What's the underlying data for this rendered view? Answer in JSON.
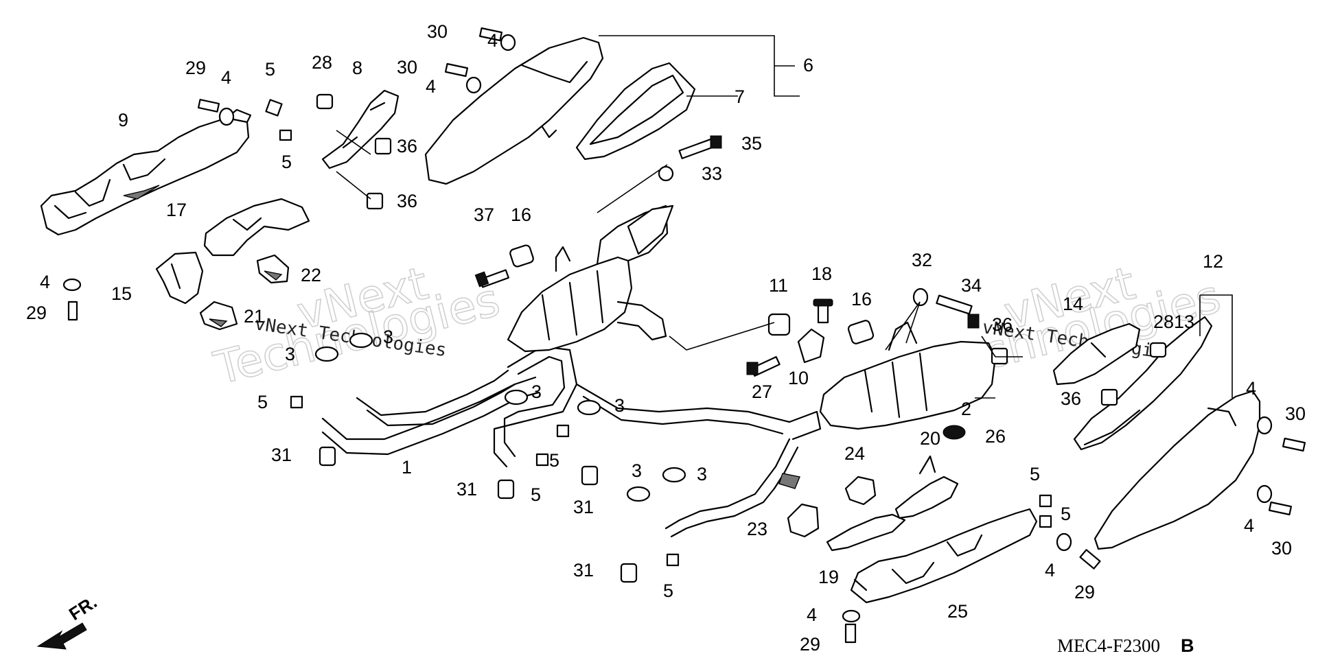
{
  "diagram": {
    "drawing_code": "MEC4-F2300",
    "revision_mark": "B",
    "front_marker": "FR.",
    "watermark_large": [
      "vNext",
      "Technologies"
    ],
    "watermark_small": "vNext Technologies",
    "callouts": {
      "c1": "1",
      "c2": "2",
      "c3a": "3",
      "c3b": "3",
      "c3c": "3",
      "c3d": "3",
      "c3e": "3",
      "c3f": "3",
      "c4a": "4",
      "c4b": "4",
      "c4c": "4",
      "c4d": "4",
      "c4e": "4",
      "c4f": "4",
      "c4g": "4",
      "c4h": "4",
      "c5a": "5",
      "c5b": "5",
      "c5c": "5",
      "c5d": "5",
      "c5e": "5",
      "c5f": "5",
      "c5g": "5",
      "c5h": "5",
      "c6": "6",
      "c7": "7",
      "c8": "8",
      "c9": "9",
      "c10": "10",
      "c11": "11",
      "c12": "12",
      "c13": "13",
      "c14": "14",
      "c15": "15",
      "c16a": "16",
      "c16b": "16",
      "c17": "17",
      "c18": "18",
      "c19": "19",
      "c20": "20",
      "c21": "21",
      "c22": "22",
      "c23": "23",
      "c24": "24",
      "c25": "25",
      "c26": "26",
      "c27": "27",
      "c28a": "28",
      "c28b": "28",
      "c29a": "29",
      "c29b": "29",
      "c29c": "29",
      "c29d": "29",
      "c30a": "30",
      "c30b": "30",
      "c30c": "30",
      "c30d": "30",
      "c31a": "31",
      "c31b": "31",
      "c31c": "31",
      "c31d": "31",
      "c32": "32",
      "c33": "33",
      "c34": "34",
      "c35": "35",
      "c36a": "36",
      "c36b": "36",
      "c36c": "36",
      "c36d": "36",
      "c37": "37"
    }
  }
}
